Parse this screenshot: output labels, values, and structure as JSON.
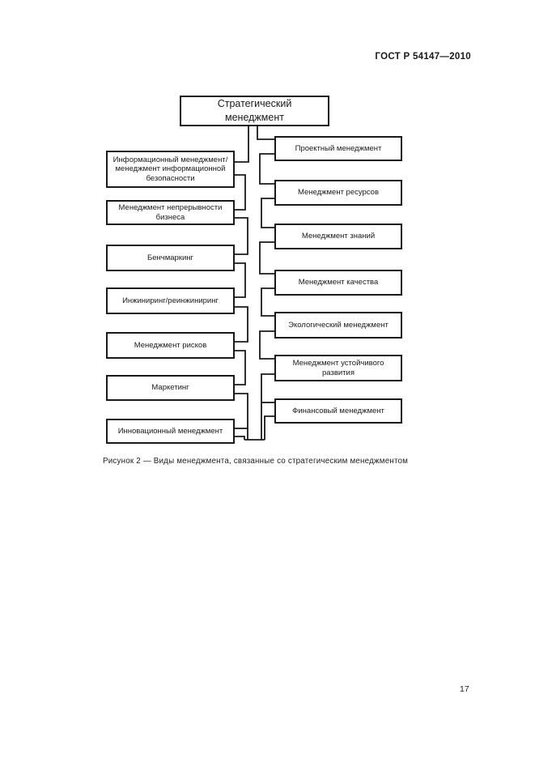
{
  "header": {
    "standard_code": "ГОСТ Р 54147—2010"
  },
  "figure": {
    "root": "Стратегический менеджмент",
    "left_branches": [
      "Информационный менеджмент/ менеджмент информационной безопасности",
      "Менеджмент непрерывности бизнеса",
      "Бенчмаркинг",
      "Инжиниринг/реинжиниринг",
      "Менеджмент рисков",
      "Маркетинг",
      "Инновационный менеджмент"
    ],
    "right_branches": [
      "Проектный менеджмент",
      "Менеджмент ресурсов",
      "Менеджмент знаний",
      "Менеджмент качества",
      "Экологический менеджмент",
      "Менеджмент устойчивого развития",
      "Финансовый менеджмент"
    ],
    "caption": "Рисунок 2 — Виды менеджмента, связанные со стратегическим менеджментом"
  },
  "footer": {
    "page_number": "17"
  },
  "colors": {
    "ink": "#1a1a1a",
    "background": "#ffffff"
  }
}
